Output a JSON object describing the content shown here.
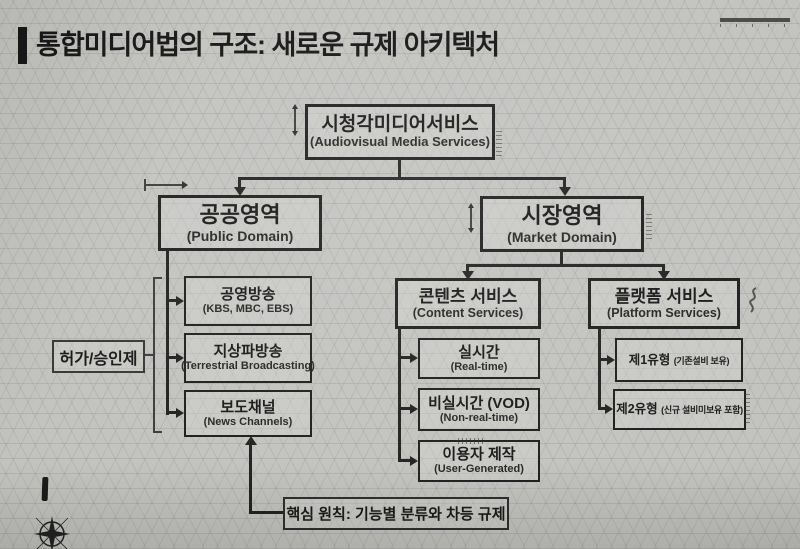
{
  "page": {
    "title": "통합미디어법의 구조: 새로운 규제 아키텍처",
    "style": "blueprint-photo",
    "colors": {
      "paper": "#c2c2bf",
      "line": "#1f1f1f",
      "text": "#161616"
    }
  },
  "diagram": {
    "root": {
      "ko": "시청각미디어서비스",
      "en": "(Audiovisual Media Services)"
    },
    "public_domain": {
      "ko": "공공영역",
      "en": "(Public Domain)"
    },
    "market_domain": {
      "ko": "시장영역",
      "en": "(Market Domain)"
    },
    "public_children": [
      {
        "ko": "공영방송",
        "en": "(KBS, MBC, EBS)"
      },
      {
        "ko": "지상파방송",
        "en": "(Terrestrial Broadcasting)"
      },
      {
        "ko": "보도채널",
        "en": "(News Channels)"
      }
    ],
    "content_services": {
      "ko": "콘텐츠 서비스",
      "en": "(Content Services)"
    },
    "content_children": [
      {
        "ko": "실시간",
        "en": "(Real-time)"
      },
      {
        "ko": "비실시간 (VOD)",
        "en": "(Non-real-time)"
      },
      {
        "ko": "이용자 제작",
        "en": "(User-Generated)"
      }
    ],
    "platform_services": {
      "ko": "플랫폼 서비스",
      "en": "(Platform Services)"
    },
    "platform_children": [
      {
        "main": "제1유형",
        "sub": "(기존설비 보유)"
      },
      {
        "main": "제2유형",
        "sub": "(신규 설비미보유 포함)"
      }
    ],
    "license_label": "허가/승인제",
    "core_principle": "핵심 원칙: 기능별 분류와 차등 규제"
  },
  "icons": {
    "compass_rose": "compass-rose-icon",
    "scale_bar": "ruler-scale-bar",
    "dimension_arrow": "dimension-arrow-mark",
    "hatch": "hatch-tick-marks",
    "pen": "pen-stroke-mark"
  }
}
